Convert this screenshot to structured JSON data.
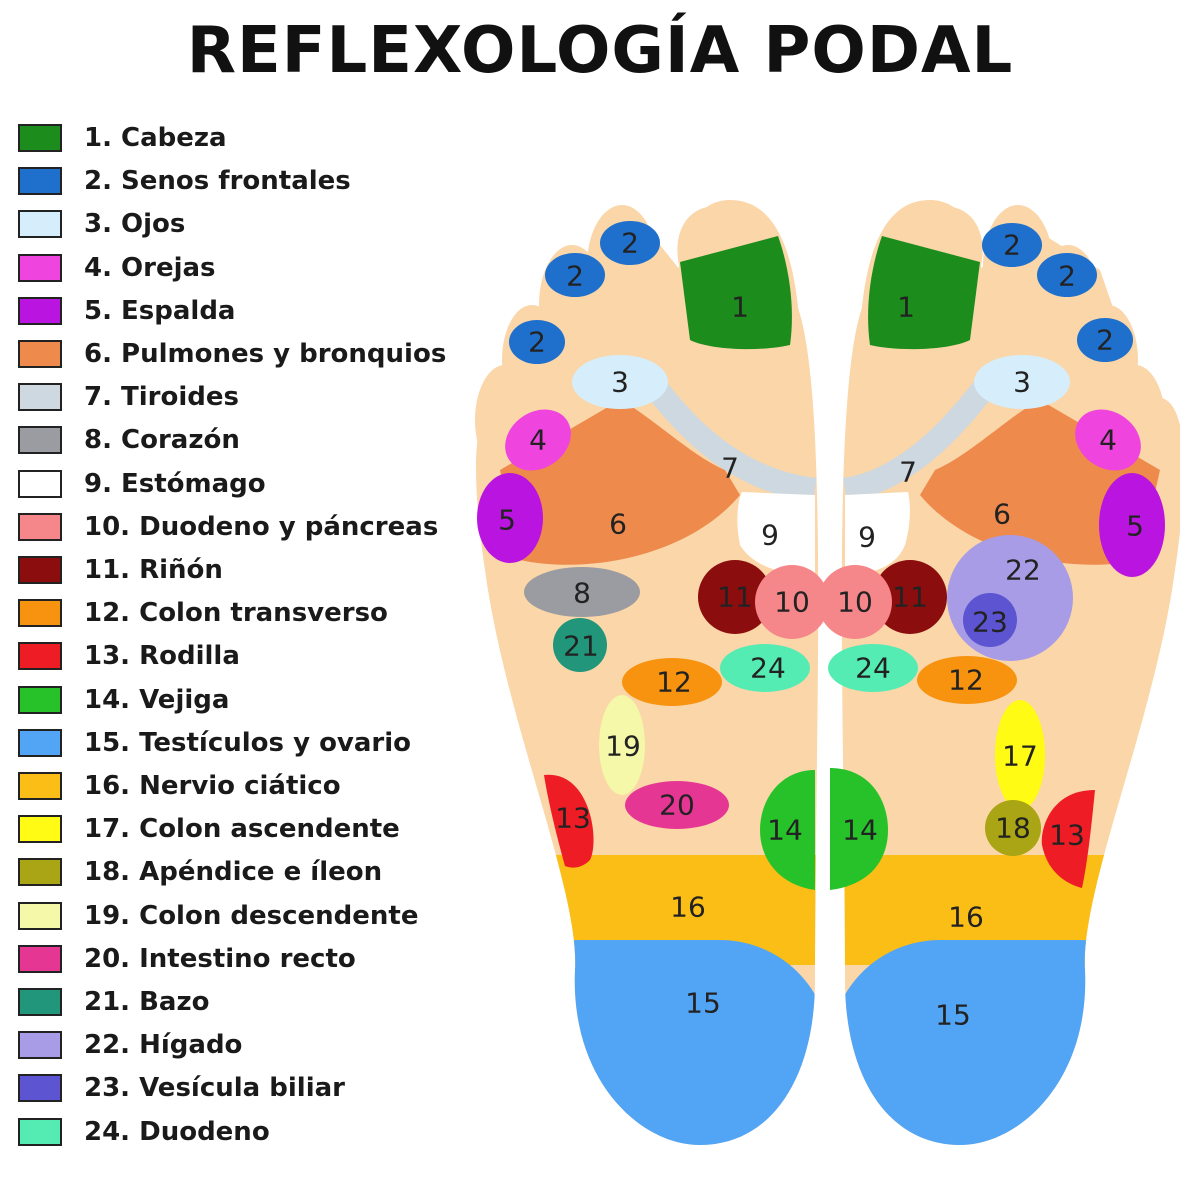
{
  "title": "REFLEXOLOGÍA PODAL",
  "legend": [
    {
      "label": "1. Cabeza",
      "color": "#1c8c1c"
    },
    {
      "label": "2. Senos frontales",
      "color": "#1f6fcc"
    },
    {
      "label": "3. Ojos",
      "color": "#d6eefc"
    },
    {
      "label": "4. Orejas",
      "color": "#ef44dd"
    },
    {
      "label": "5. Espalda",
      "color": "#b914e0"
    },
    {
      "label": "6. Pulmones y bronquios",
      "color": "#ee8a4c"
    },
    {
      "label": "7. Tiroides",
      "color": "#cdd8e0"
    },
    {
      "label": "8. Corazón",
      "color": "#9a9ca2"
    },
    {
      "label": "9. Estómago",
      "color": "#ffffff"
    },
    {
      "label": "10. Duodeno y páncreas",
      "color": "#f5868a"
    },
    {
      "label": "11. Riñón",
      "color": "#8b0d0d"
    },
    {
      "label": "12. Colon transverso",
      "color": "#f7930f"
    },
    {
      "label": "13. Rodilla",
      "color": "#ee1c24"
    },
    {
      "label": "14. Vejiga",
      "color": "#27c22a"
    },
    {
      "label": "15. Testículos y ovario",
      "color": "#52a5f5"
    },
    {
      "label": "16. Nervio ciático",
      "color": "#fbbe17"
    },
    {
      "label": "17. Colon ascendente",
      "color": "#fffb14"
    },
    {
      "label": "18. Apéndice e íleon",
      "color": "#a9a514"
    },
    {
      "label": "19. Colon descendente",
      "color": "#f4f8a8"
    },
    {
      "label": "20. Intestino recto",
      "color": "#e63694"
    },
    {
      "label": "21. Bazo",
      "color": "#21967a"
    },
    {
      "label": "22. Hígado",
      "color": "#a89ce6"
    },
    {
      "label": "23. Vesícula biliar",
      "color": "#5c54d0"
    },
    {
      "label": "24. Duodeno",
      "color": "#55ecb4"
    }
  ],
  "zone_numbers": {
    "z1": "1",
    "z2": "2",
    "z3": "3",
    "z4": "4",
    "z5": "5",
    "z6": "6",
    "z7": "7",
    "z8": "8",
    "z9": "9",
    "z10": "10",
    "z11": "11",
    "z12": "12",
    "z13": "13",
    "z14": "14",
    "z15": "15",
    "z16": "16",
    "z17": "17",
    "z18": "18",
    "z19": "19",
    "z20": "20",
    "z21": "21",
    "z22": "22",
    "z23": "23",
    "z24": "24"
  },
  "skin_color": "#fad6a8"
}
